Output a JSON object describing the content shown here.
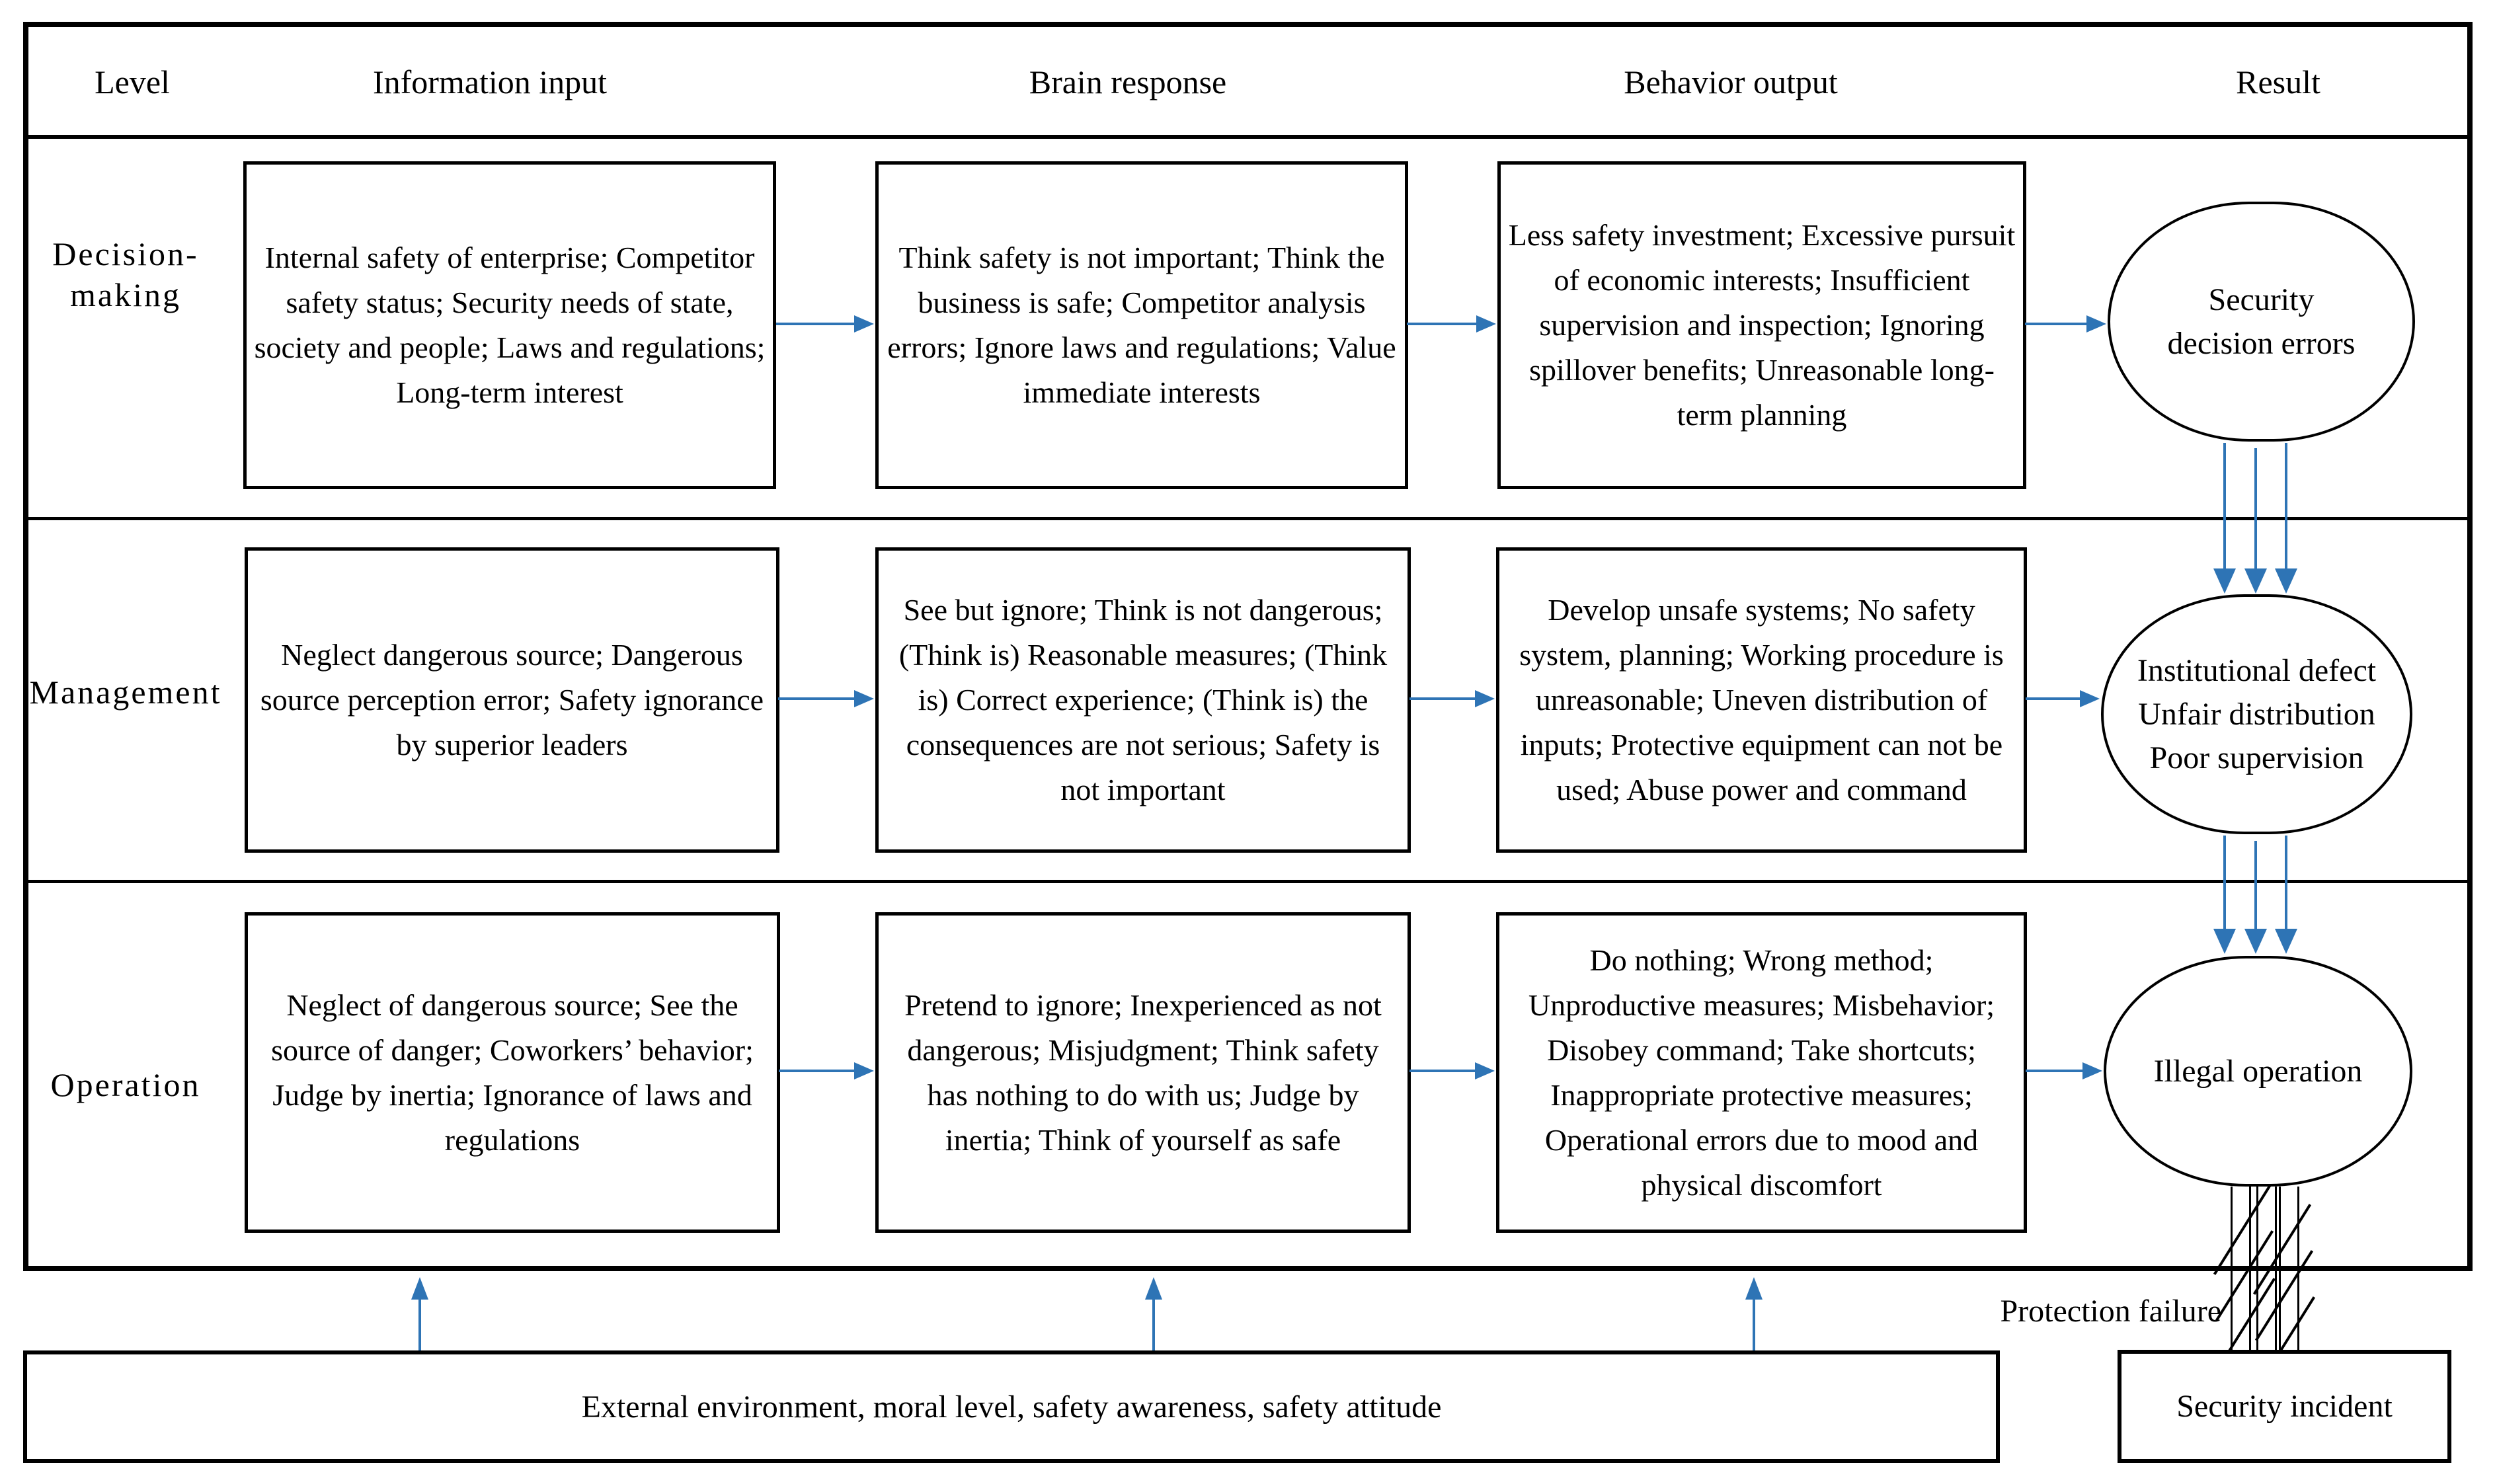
{
  "header": {
    "level": "Level",
    "input": "Information input",
    "brain": "Brain response",
    "behavior": "Behavior output",
    "result": "Result"
  },
  "rows": [
    {
      "level": "Decision-making",
      "input": "Internal safety of enterprise; Competitor safety status; Security needs of state, society and people; Laws and regulations; Long-term interest",
      "brain": "Think safety is not important; Think the business is safe; Competitor analysis errors; Ignore laws and regulations; Value immediate interests",
      "behavior": "Less safety investment; Excessive pursuit of economic interests; Insufficient supervision and inspection; Ignoring spillover benefits; Unreasonable long-term planning",
      "result": "Security\ndecision errors"
    },
    {
      "level": "Management",
      "input": "Neglect dangerous source; Dangerous source perception error; Safety ignorance by superior leaders",
      "brain": "See but ignore; Think is not dangerous; (Think is) Reasonable measures; (Think is) Correct experience; (Think is) the consequences are not serious; Safety is not important",
      "behavior": "Develop unsafe systems; No safety system, planning; Working procedure is unreasonable; Uneven distribution of inputs; Protective equipment can not be used; Abuse power and command",
      "result": "Institutional defect\nUnfair distribution\nPoor supervision"
    },
    {
      "level": "Operation",
      "input": "Neglect of dangerous source; See the source of danger; Coworkers’ behavior; Judge by inertia; Ignorance of laws and regulations",
      "brain": "Pretend to ignore; Inexperienced as not dangerous; Misjudgment; Think safety has nothing to do with us; Judge by inertia; Think of yourself as safe",
      "behavior": "Do nothing; Wrong method; Unproductive measures; Misbehavior; Disobey command; Take shortcuts; Inappropriate protective measures; Operational errors due to mood and physical discomfort",
      "result": "Illegal operation"
    }
  ],
  "bottom": {
    "environment": "External environment, moral level, safety awareness, safety attitude",
    "protection_failure": "Protection failure",
    "security_incident": "Security incident"
  },
  "colors": {
    "arrow_blue": "#2e74b5",
    "line_black": "#000000",
    "background": "#ffffff"
  }
}
